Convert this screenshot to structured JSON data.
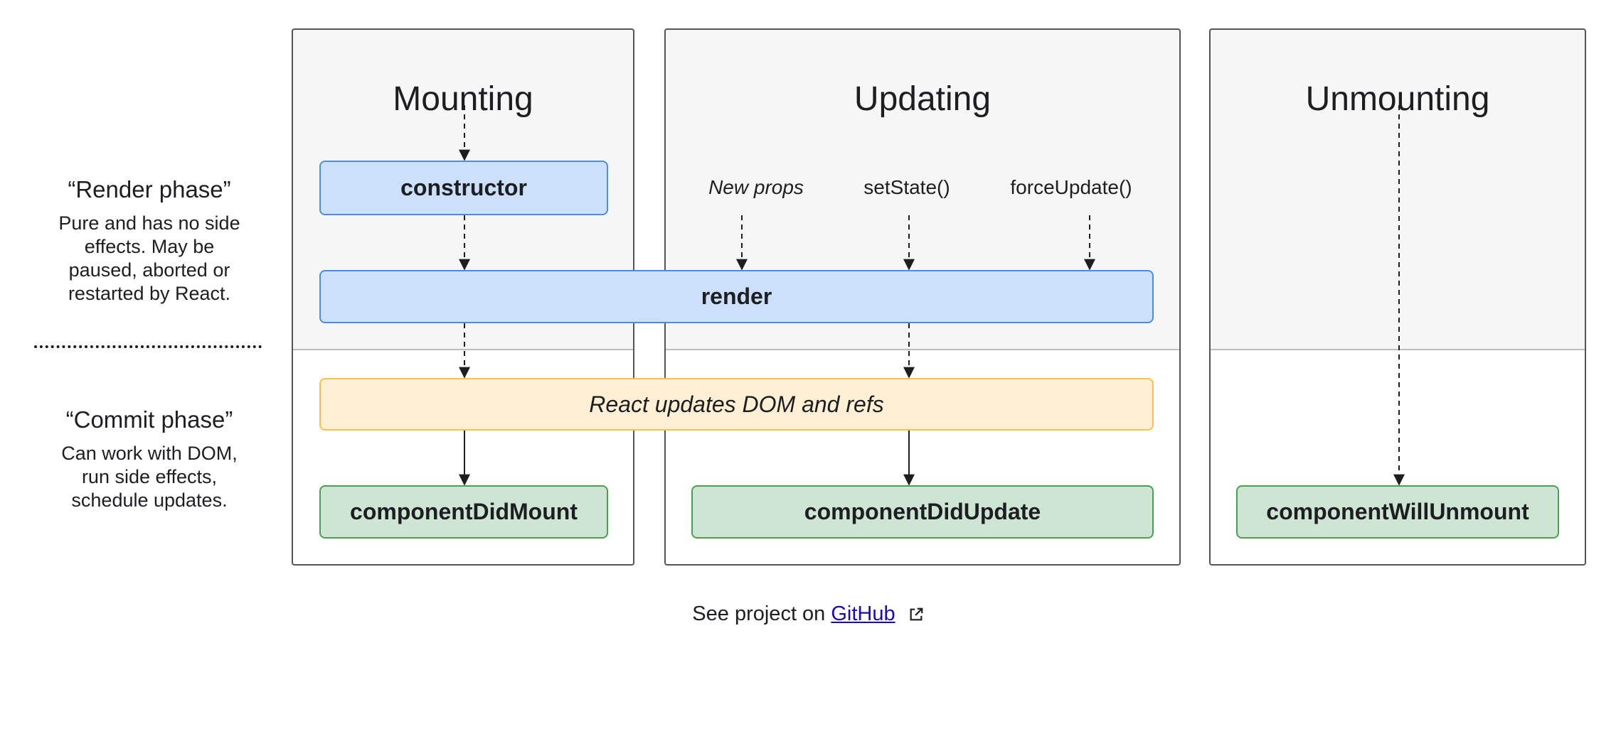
{
  "phases": {
    "mounting": {
      "title": "Mounting"
    },
    "updating": {
      "title": "Updating",
      "triggers": {
        "new_props": "New props",
        "set_state": "setState()",
        "force_update": "forceUpdate()"
      }
    },
    "unmounting": {
      "title": "Unmounting"
    }
  },
  "methods": {
    "constructor": "constructor",
    "render": "render",
    "dom_update": "React updates DOM and refs",
    "did_mount": "componentDidMount",
    "did_update": "componentDidUpdate",
    "will_unmount": "componentWillUnmount"
  },
  "sidebar": {
    "render_phase": {
      "heading": "“Render phase”",
      "lines": [
        "Pure and has no side",
        "effects. May be",
        "paused, aborted or",
        "restarted by React."
      ]
    },
    "commit_phase": {
      "heading": "“Commit phase”",
      "lines": [
        "Can work with DOM,",
        "run side effects,",
        "schedule updates."
      ]
    }
  },
  "footer": {
    "prefix": "See project on",
    "link_text": "GitHub"
  },
  "colors": {
    "render_phase_box": "#cce0fb",
    "commit_dom_box": "#ffefd4",
    "commit_method_box": "#cfe5d4",
    "link": "#1a0dab"
  },
  "icons": {
    "external_link": "external-link-icon"
  }
}
